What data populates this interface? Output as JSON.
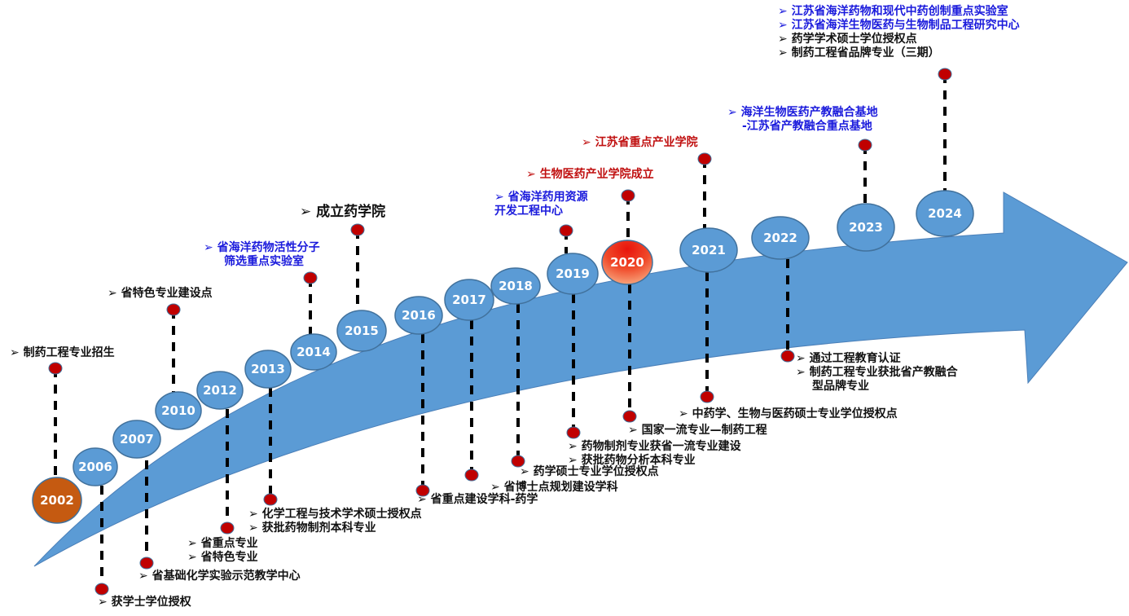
{
  "colors": {
    "arrow": "#5b9bd5",
    "arrow_stroke": "#4a7fb8",
    "circle": "#5b9bd5",
    "circle_stroke": "#41719c",
    "circle_2002": "#c55a11",
    "circle_2020_top": "#e8140c",
    "circle_2020_bottom": "#f7a27a",
    "dot": "#c00000",
    "line": "#000000",
    "text_black": "#111111",
    "text_blue": "#1a1adc",
    "text_red": "#c01010"
  },
  "bullet": "➢",
  "years": [
    {
      "year": "2002",
      "style": "orange"
    },
    {
      "year": "2006",
      "style": "blue"
    },
    {
      "year": "2007",
      "style": "blue"
    },
    {
      "year": "2010",
      "style": "blue"
    },
    {
      "year": "2012",
      "style": "blue"
    },
    {
      "year": "2013",
      "style": "blue"
    },
    {
      "year": "2014",
      "style": "blue"
    },
    {
      "year": "2015",
      "style": "blue"
    },
    {
      "year": "2016",
      "style": "blue"
    },
    {
      "year": "2017",
      "style": "blue"
    },
    {
      "year": "2018",
      "style": "blue"
    },
    {
      "year": "2019",
      "style": "blue"
    },
    {
      "year": "2020",
      "style": "red"
    },
    {
      "year": "2021",
      "style": "blue"
    },
    {
      "year": "2022",
      "style": "blue"
    },
    {
      "year": "2023",
      "style": "blue"
    },
    {
      "year": "2024",
      "style": "blue"
    }
  ],
  "events": {
    "e2002": [
      "➢  制药工程专业招生"
    ],
    "e2006": [
      "➢  获学士学位授权"
    ],
    "e2007": [
      "➢  省基础化学实验示范教学中心"
    ],
    "e2010": [
      "➢  省特色专业建设点"
    ],
    "e2012": [
      "➢  省重点专业",
      "➢  省特色专业"
    ],
    "e2013": [
      "➢  化学工程与技术学术硕士授权点",
      "➢  获批药物制剂本科专业"
    ],
    "e2014": [
      "➢  省海洋药物活性分子",
      "筛选重点实验室"
    ],
    "e2015": [
      "➢ 成立药学院"
    ],
    "e2016": [
      "➢  省重点建设学科-药学"
    ],
    "e2017": [
      "➢  省博士点规划建设学科"
    ],
    "e2018": [
      "➢  药学硕士专业学位授权点"
    ],
    "e2019a": [
      "➢  省海洋药用资源",
      "开发工程中心"
    ],
    "e2019b": [
      "➢  药物制剂专业获省一流专业建设",
      "➢  获批药物分析本科专业"
    ],
    "e2020a": [
      "➢  生物医药产业学院成立"
    ],
    "e2020b": [
      "➢  国家一流专业—制药工程"
    ],
    "e2021a": [
      "➢  江苏省重点产业学院"
    ],
    "e2021b": [
      "➢  中药学、生物与医药硕士专业学位授权点"
    ],
    "e2022": [
      "➢  通过工程教育认证",
      "➢  制药工程专业获批省产教融合",
      "型品牌专业"
    ],
    "e2023": [
      "➢  海洋生物医药产教融合基地",
      "-江苏省产教融合重点基地"
    ],
    "e2024": [
      "➢  江苏省海洋药物和现代中药创制重点实验室",
      "➢  江苏省海洋生物医药与生物制品工程研究中心",
      "➢  药学学术硕士学位授权点",
      "➢  制药工程省品牌专业（三期）"
    ]
  }
}
